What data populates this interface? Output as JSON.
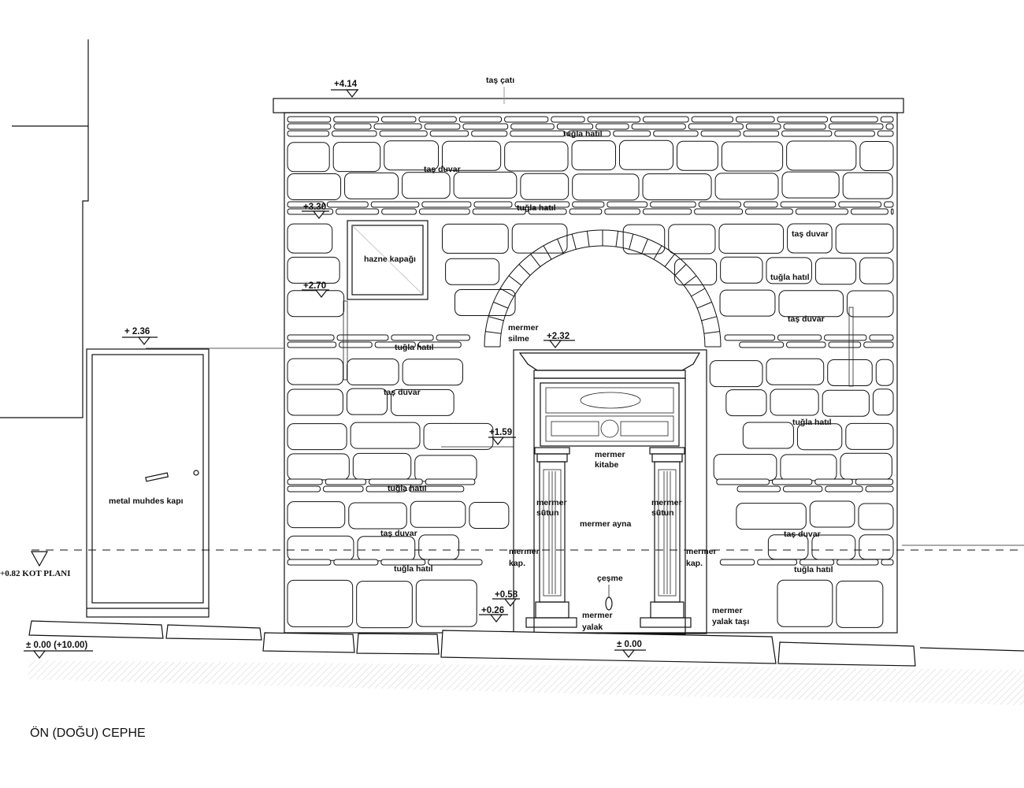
{
  "drawing": {
    "title": "ÖN (DOĞU) CEPHE",
    "levels": {
      "roof": "+4.14",
      "l330": "+3.30",
      "l270": "+2.70",
      "door_top": "+ 2.36",
      "l232": "+2.32",
      "l159": "+1.59",
      "kot_plani": "+0.82 KOT  PLANI",
      "l058": "+0.58",
      "l026": "+0.26",
      "ground_left": "± 0.00 (+10.00)",
      "ground_mid": "± 0.00"
    },
    "labels": {
      "tas_cati": "taş çatı",
      "tugla_hatil": "tuğla hatıl",
      "tas_duvar": "taş duvar",
      "hazne_kapagi": "hazne kapağı",
      "mermer": "mermer",
      "silme": "silme",
      "kitabe": "kitabe",
      "sutun": "sütun",
      "mermer_ayna": "mermer ayna",
      "kap": "kap.",
      "cesme": "çeşme",
      "yalak": "yalak",
      "yalak_tasi": "yalak taşı",
      "metal_kapi": "metal muhdes kapı"
    }
  }
}
